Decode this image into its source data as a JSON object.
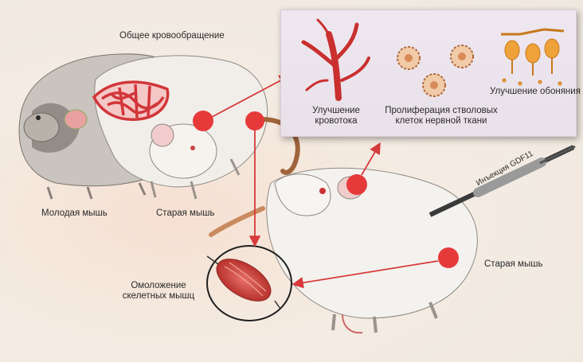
{
  "labels": {
    "circulation": "Общее кровообращение",
    "young_mouse": "Молодая мышь",
    "old_mouse_left": "Старая мышь",
    "old_mouse_right": "Старая мышь",
    "muscle_rejuvenation_1": "Омоложение",
    "muscle_rejuvenation_2": "скелетных мышц",
    "injection": "Инъекция GDF11",
    "blood_flow_1": "Улучшение",
    "blood_flow_2": "кровотока",
    "stem_cells_1": "Пролиферация стволовых",
    "stem_cells_2": "клеток нервной ткани",
    "smell": "Улучшение обоняния"
  },
  "colors": {
    "accent_red": "#e63a3a",
    "arrow_red": "#d73a3a",
    "vessel_red": "#d2363a",
    "neuron_orange": "#f0a23a",
    "inset_bg": "#ece4ec"
  }
}
